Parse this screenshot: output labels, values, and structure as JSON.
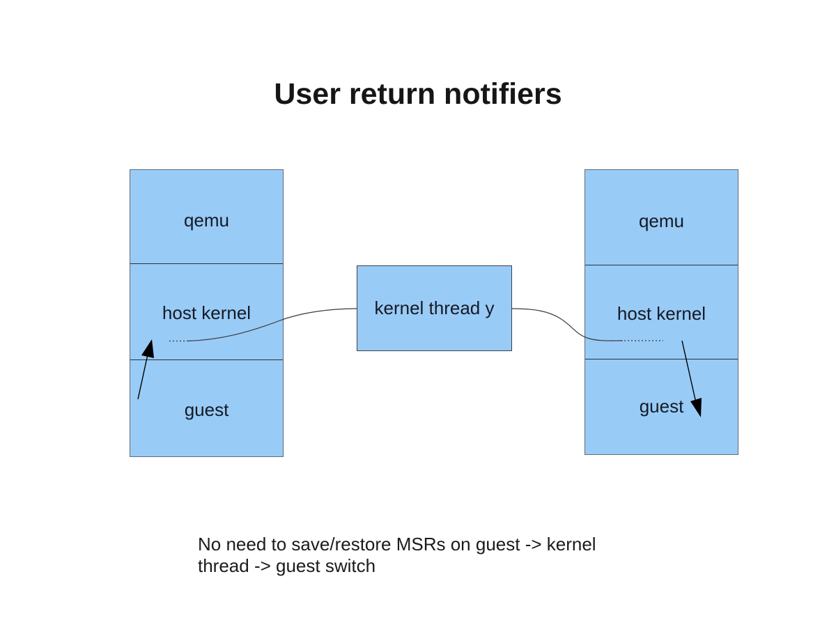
{
  "slide": {
    "title": "User return notifiers"
  },
  "stacks": {
    "left": {
      "sections": [
        "qemu",
        "host kernel",
        "guest"
      ]
    },
    "right": {
      "sections": [
        "qemu",
        "host kernel",
        "guest"
      ]
    }
  },
  "kernel_thread_box": {
    "label": "kernel thread y"
  },
  "note": {
    "lines": [
      "No need to save/restore MSRs on guest -> kernel",
      "thread -> guest switch"
    ]
  },
  "colors": {
    "background": "#ffffff",
    "box_fill": "#99cbf7",
    "box_border": "#5f6b7a",
    "divider": "#25313f",
    "connector_line": "#3a3a3a",
    "arrow": "#000000",
    "text": "#14181f"
  }
}
